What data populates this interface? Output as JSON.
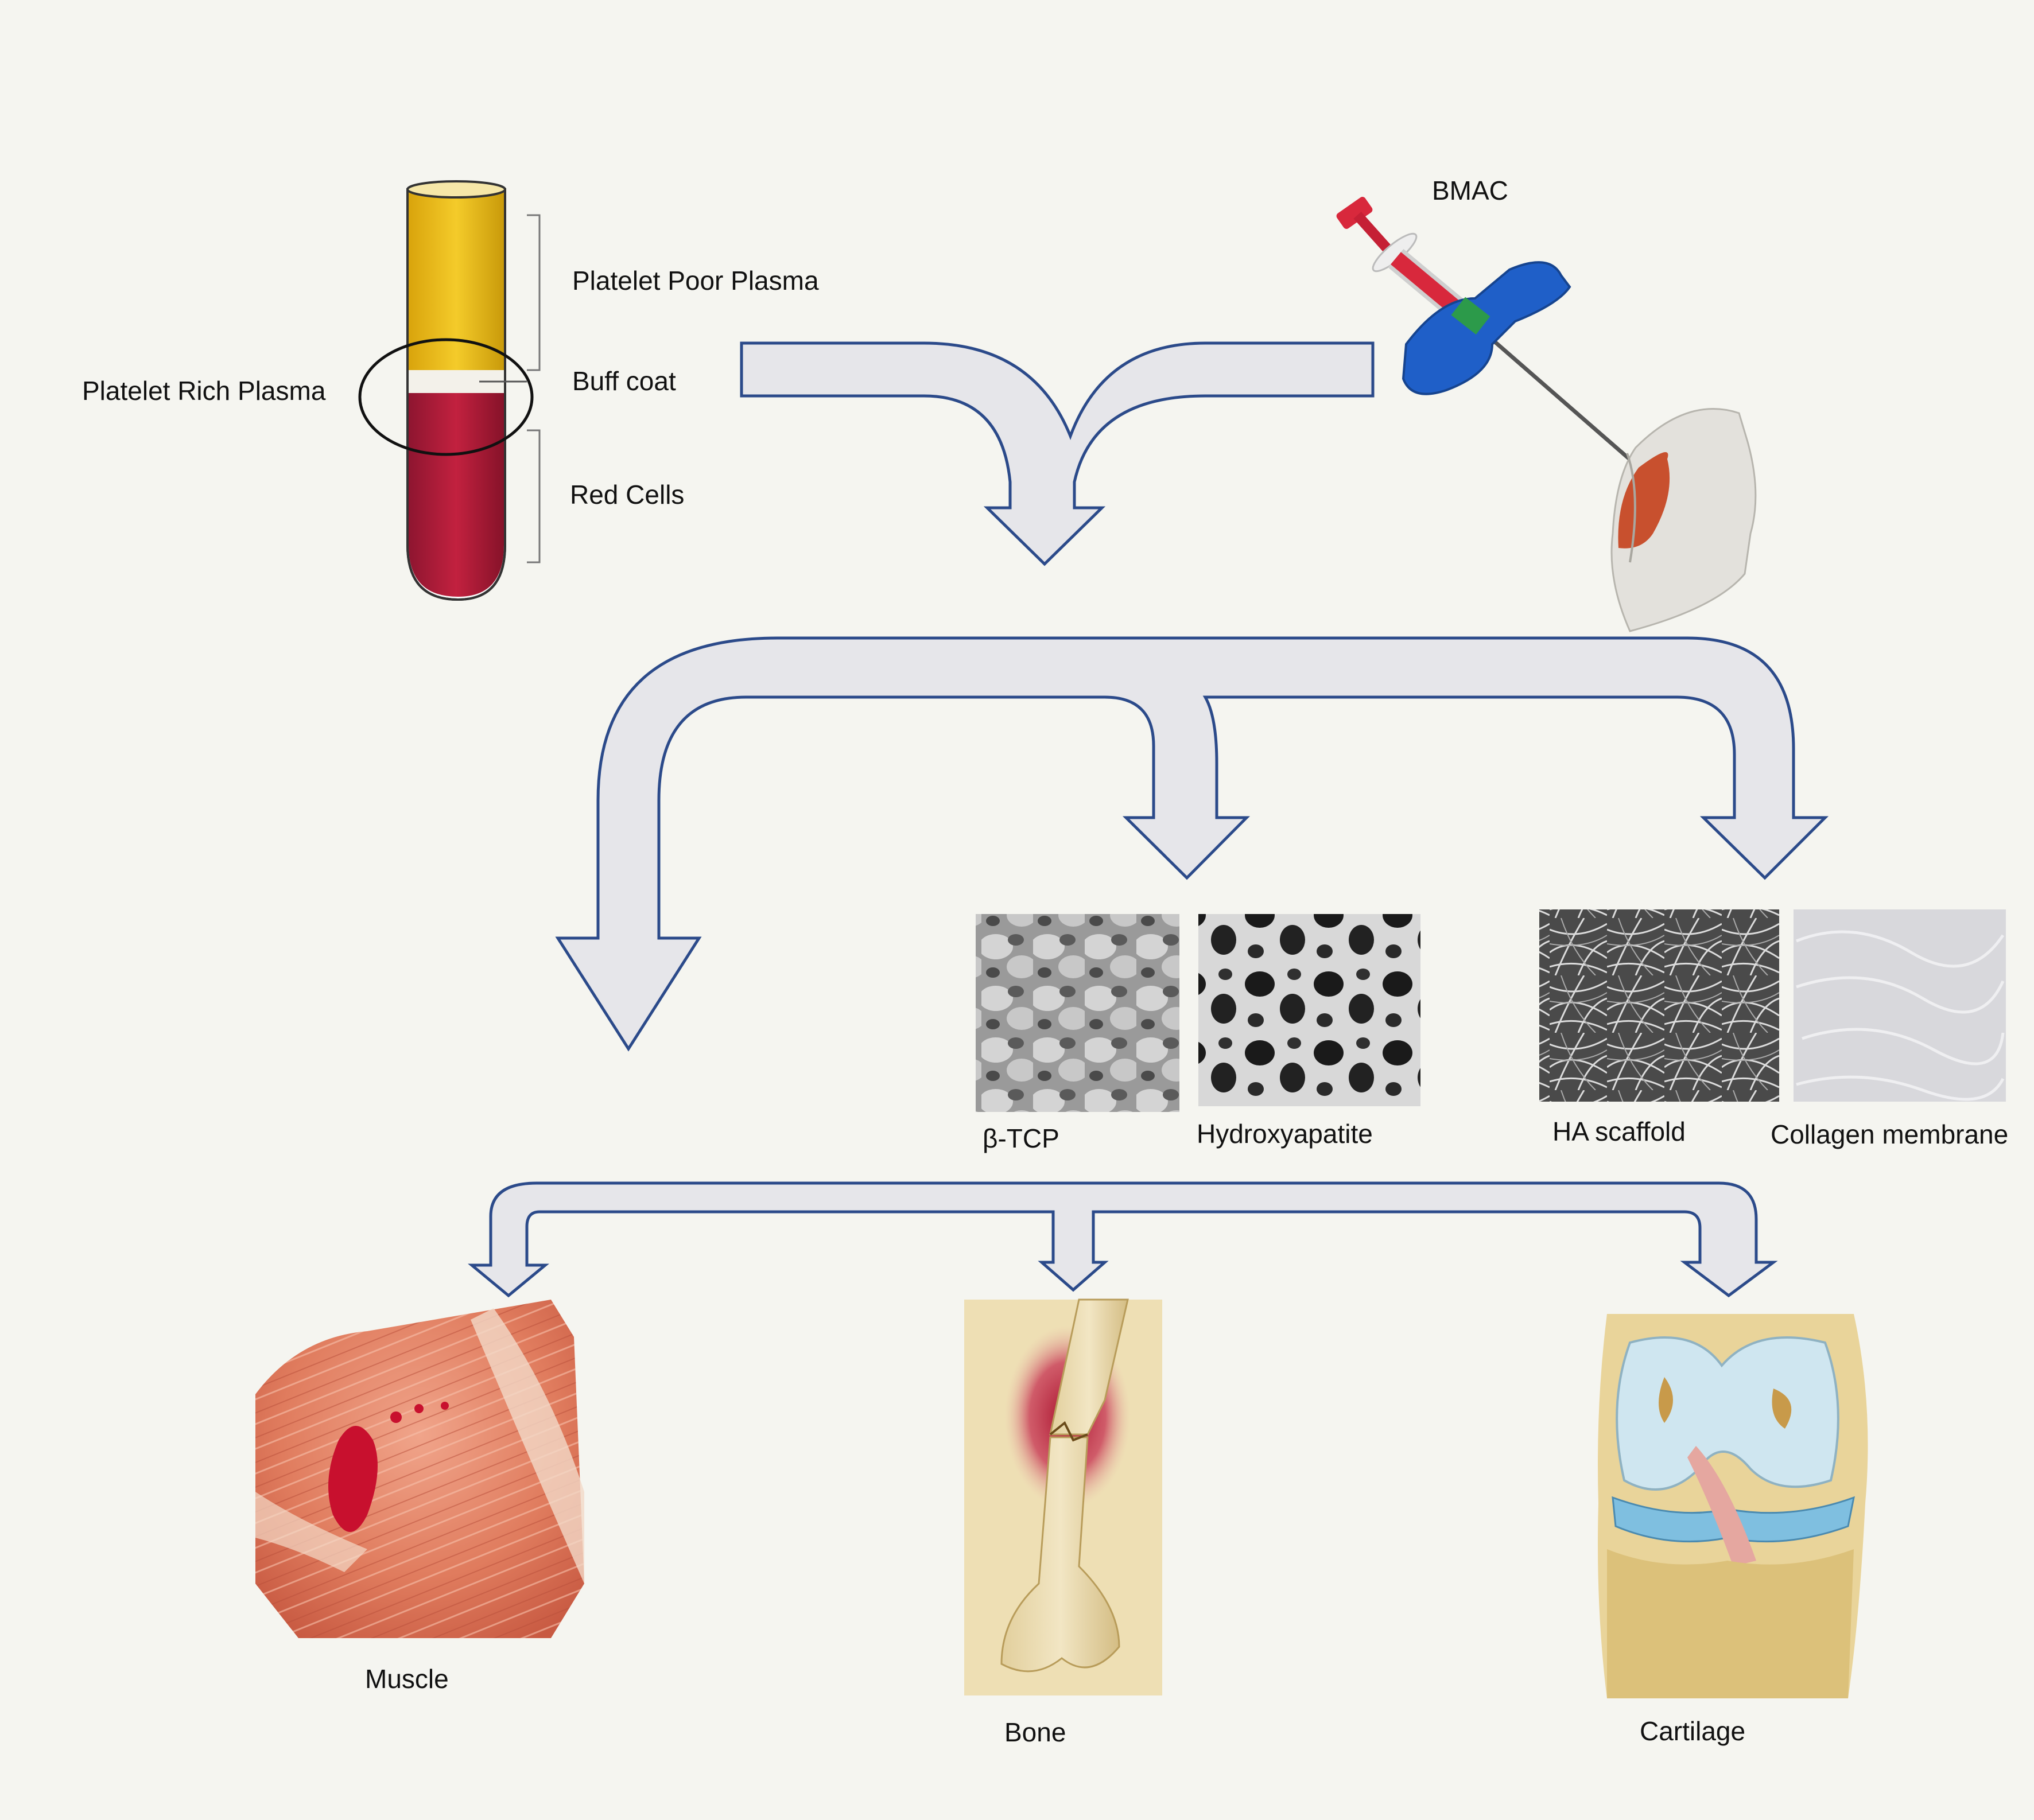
{
  "tube": {
    "platelet_poor_plasma": "Platelet Poor Plasma",
    "buff_coat": "Buff coat",
    "red_cells": "Red Cells",
    "platelet_rich_plasma": "Platelet Rich Plasma"
  },
  "bmac": {
    "label": "BMAC"
  },
  "scaffolds": {
    "beta_tcp": "β-TCP",
    "hydroxyapatite": "Hydroxyapatite",
    "ha_scaffold": "HA scaffold",
    "collagen_membrane": "Collagen membrane"
  },
  "tissues": {
    "muscle": "Muscle",
    "bone": "Bone",
    "cartilage": "Cartilage"
  },
  "colors": {
    "background": "#f5f5f0",
    "arrow_fill": "#e6e6ea",
    "arrow_stroke": "#2b4a8a",
    "plasma": "#f0c020",
    "red_cells": "#b01c3a",
    "bmac_handle": "#1f5fc8",
    "syringe": "#d8283c"
  }
}
